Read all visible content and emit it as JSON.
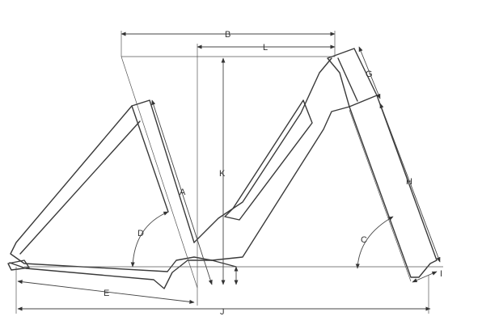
{
  "diagram": {
    "title": "",
    "colors": {
      "line": "#3a3a3a",
      "background": "#ffffff"
    },
    "labels": {
      "A": "A",
      "B": "B",
      "C": "C",
      "D": "D",
      "E": "E",
      "G": "G",
      "H": "H",
      "I": "I",
      "J": "J",
      "K": "K",
      "L": "L"
    }
  }
}
